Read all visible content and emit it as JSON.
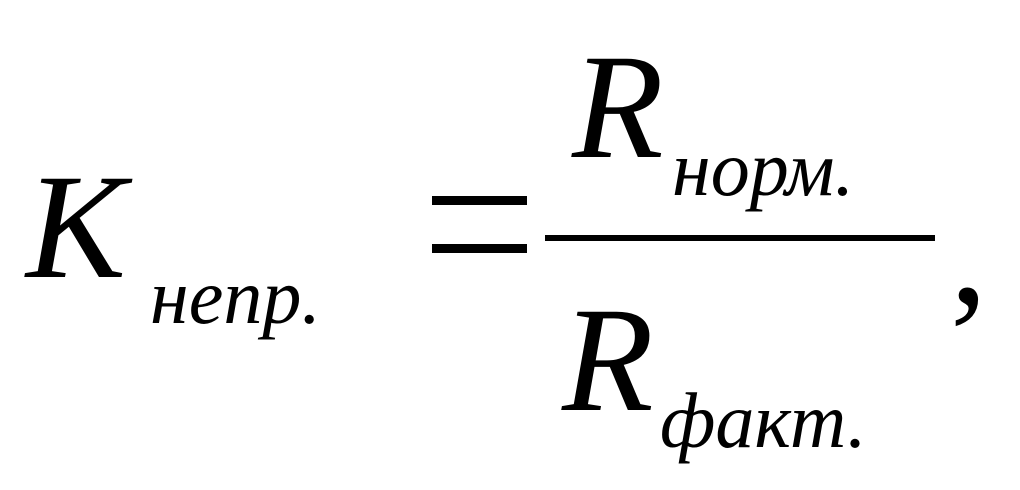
{
  "formula": {
    "lhs": {
      "symbol": "K",
      "subscript": "непр."
    },
    "equals": "=",
    "numerator": {
      "symbol": "R",
      "subscript": "норм."
    },
    "denominator": {
      "symbol": "R",
      "subscript": "факт."
    },
    "trailing": ","
  }
}
